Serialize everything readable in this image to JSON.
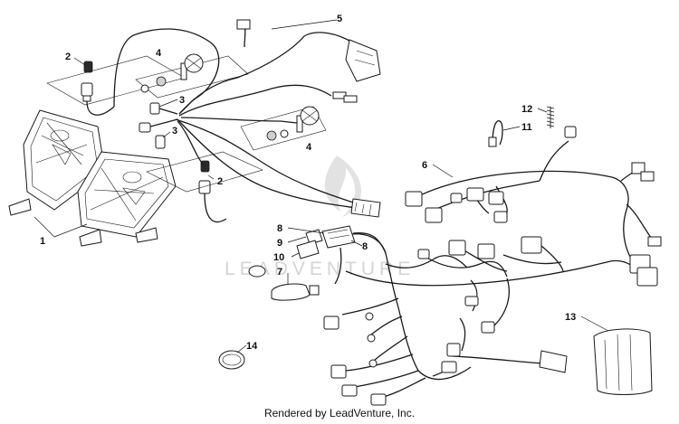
{
  "callouts": [
    {
      "id": "1",
      "label": "1"
    },
    {
      "id": "2a",
      "label": "2"
    },
    {
      "id": "2b",
      "label": "2"
    },
    {
      "id": "3a",
      "label": "3"
    },
    {
      "id": "3b",
      "label": "3"
    },
    {
      "id": "4a",
      "label": "4"
    },
    {
      "id": "4b",
      "label": "4"
    },
    {
      "id": "5",
      "label": "5"
    },
    {
      "id": "6",
      "label": "6"
    },
    {
      "id": "7",
      "label": "7"
    },
    {
      "id": "8a",
      "label": "8"
    },
    {
      "id": "8b",
      "label": "8"
    },
    {
      "id": "9",
      "label": "9"
    },
    {
      "id": "10",
      "label": "10"
    },
    {
      "id": "11",
      "label": "11"
    },
    {
      "id": "12",
      "label": "12"
    },
    {
      "id": "13",
      "label": "13"
    },
    {
      "id": "14",
      "label": "14"
    }
  ],
  "watermark": "LEADVENTURE",
  "footer": "Rendered by LeadVenture, Inc."
}
